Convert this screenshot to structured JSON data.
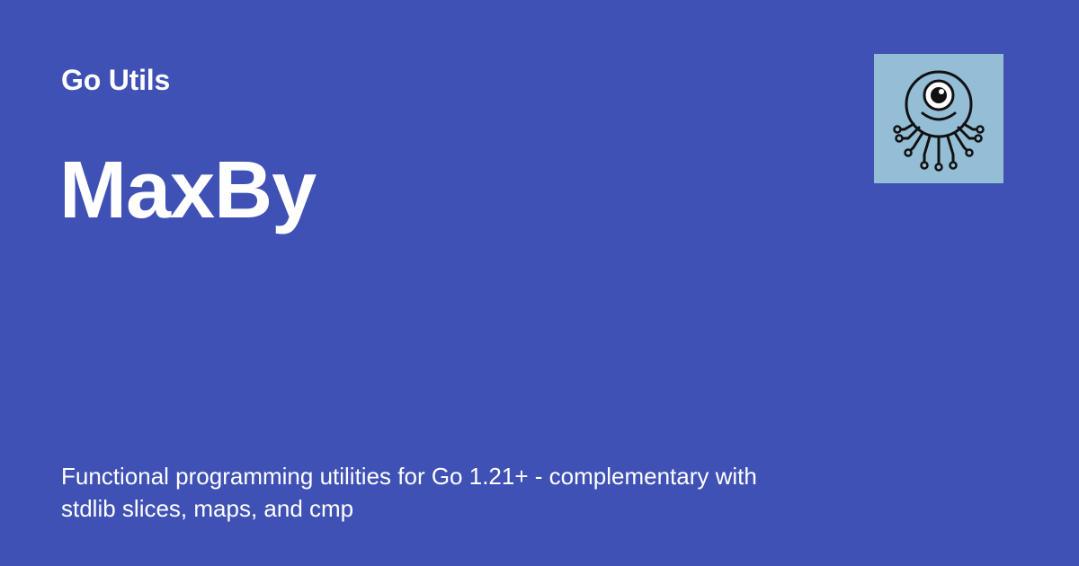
{
  "site": {
    "name": "Go Utils"
  },
  "page": {
    "title": "MaxBy",
    "description": "Functional programming utilities for Go 1.21+ - complementary with stdlib slices, maps, and cmp"
  },
  "logo": {
    "icon": "octopus-eye-logo-icon",
    "background_color": "#94bdd6"
  },
  "colors": {
    "background": "#3f51b5",
    "text": "#ffffff"
  }
}
